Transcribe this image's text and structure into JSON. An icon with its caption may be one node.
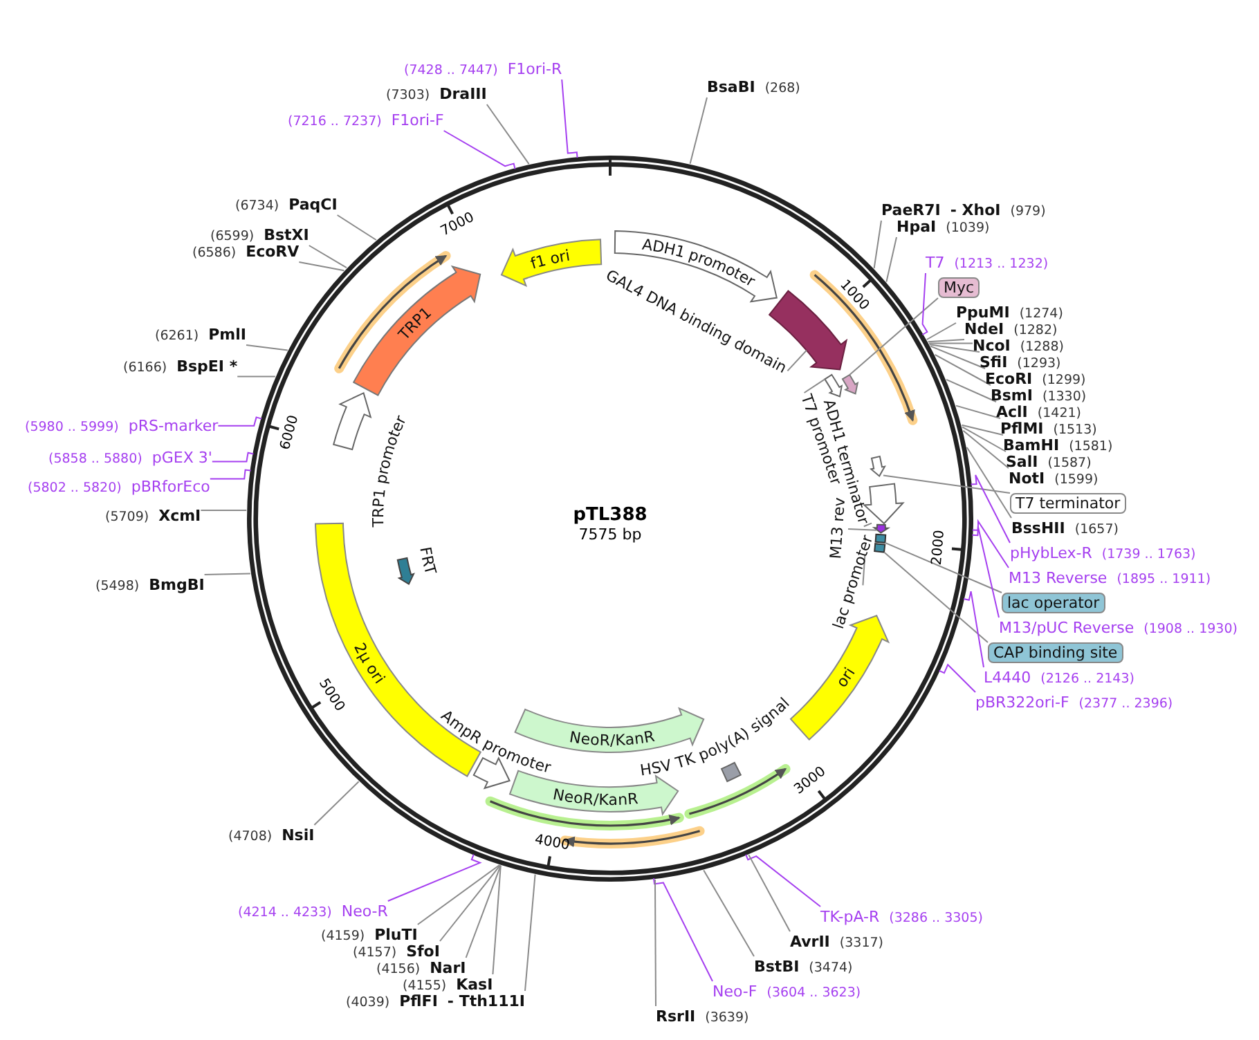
{
  "diagram": {
    "title": "pTL388",
    "nodes": [
      {
        "text": [
          "ADH1 promoter"
        ]
      },
      {
        "text": [
          "f1 ori"
        ]
      },
      {
        "text": [
          "TRP1"
        ]
      },
      {
        "text": [
          "TRP1 promoter"
        ]
      },
      {
        "text": [
          "2µ ori"
        ]
      },
      {
        "text": [
          "AmpR promoter"
        ]
      },
      {
        "text": [
          "NeoR/KanR"
        ]
      },
      {
        "text": [
          "NeoR/KanR"
        ]
      },
      {
        "text": [
          "HSV TK poly(A) signal"
        ]
      },
      {
        "text": [
          "ori"
        ]
      },
      {
        "text": [
          "FRT"
        ]
      },
      {
        "text": [
          "GAL4 DNA binding domain"
        ]
      },
      {
        "text": [],
        "shape": "arrow"
      },
      {
        "text": [
          "T7 promoter"
        ]
      },
      {
        "text": [],
        "shape": "arrow"
      },
      {
        "text": [
          "ADH1 terminator"
        ]
      },
      {
        "text": [],
        "shape": "arrow"
      },
      {
        "text": [
          "M13 rev"
        ]
      },
      {
        "text": [],
        "shape": "arrow"
      },
      {
        "text": [
          "lac promoter"
        ]
      },
      {
        "text": [
          "Myc"
        ]
      },
      {
        "text": [],
        "shape": "arrow"
      },
      {
        "text": [
          "T7 terminator"
        ]
      },
      {
        "text": [],
        "shape": "arrow"
      },
      {
        "text": [
          "lac operator"
        ]
      },
      {
        "text": [],
        "shape": "box"
      },
      {
        "text": [
          "CAP binding site"
        ]
      },
      {
        "text": [],
        "shape": "box"
      },
      {
        "text": [
          "(7428 .. 7447)",
          "F1ori-R"
        ]
      },
      {
        "text": [
          "BsaBI",
          "(268)"
        ]
      },
      {
        "text": [
          "(7303)",
          "DraIII"
        ]
      },
      {
        "text": [
          "(7216 .. 7237)",
          "F1ori-F"
        ]
      },
      {
        "text": [
          "(6734)",
          "PaqCI"
        ]
      },
      {
        "text": [
          "PaeR7I",
          "- XhoI",
          "(979)"
        ]
      },
      {
        "text": [
          "HpaI",
          "(1039)"
        ]
      },
      {
        "text": [
          "(6599)",
          "BstXI"
        ]
      },
      {
        "text": [
          "(6586)",
          "EcoRV"
        ]
      },
      {
        "text": [
          "T7",
          "(1213 .. 1232)"
        ]
      },
      {
        "text": [
          "PpuMI",
          "(1274)"
        ]
      },
      {
        "text": [
          "NdeI",
          "(1282)"
        ]
      },
      {
        "text": [
          "NcoI",
          "(1288)"
        ]
      },
      {
        "text": [
          "SfiI",
          "(1293)"
        ]
      },
      {
        "text": [
          "EcoRI",
          "(1299)"
        ]
      },
      {
        "text": [
          "(6261)",
          "PmlI"
        ]
      },
      {
        "text": [
          "BsmI",
          "(1330)"
        ]
      },
      {
        "text": [
          "(6166)",
          "BspEI *"
        ]
      },
      {
        "text": [
          "AclI",
          "(1421)"
        ]
      },
      {
        "text": [
          "PflMI",
          "(1513)"
        ]
      },
      {
        "text": [
          "BamHI",
          "(1581)"
        ]
      },
      {
        "text": [
          "SalI",
          "(1587)"
        ]
      },
      {
        "text": [
          "NotI",
          "(1599)"
        ]
      },
      {
        "text": [
          "(5980 .. 5999)",
          "pRS-marker"
        ]
      },
      {
        "text": [
          "(5858 .. 5880)",
          "pGEX 3'"
        ]
      },
      {
        "text": [
          "(5802 .. 5820)",
          "pBRforEco"
        ]
      },
      {
        "text": [
          "BssHII",
          "(1657)"
        ]
      },
      {
        "text": [
          "(5709)",
          "XcmI"
        ]
      },
      {
        "text": [
          "pHybLex-R",
          "(1739 .. 1763)"
        ]
      },
      {
        "text": [
          "M13 Reverse",
          "(1895 .. 1911)"
        ]
      },
      {
        "text": [
          "(5498)",
          "BmgBI"
        ]
      },
      {
        "text": [
          "M13/pUC Reverse",
          "(1908 .. 1930)"
        ]
      },
      {
        "text": [
          "L4440",
          "(2126 .. 2143)"
        ]
      },
      {
        "text": [
          "pBR322ori-F",
          "(2377 .. 2396)"
        ]
      },
      {
        "text": [
          "(4708)",
          "NsiI"
        ]
      },
      {
        "text": [
          "(4214 .. 4233)",
          "Neo-R"
        ]
      },
      {
        "text": [
          "TK-pA-R",
          "(3286 .. 3305)"
        ]
      },
      {
        "text": [
          "(4159)",
          "PluTI"
        ]
      },
      {
        "text": [
          "AvrII",
          "(3317)"
        ]
      },
      {
        "text": [
          "(4157)",
          "SfoI"
        ]
      },
      {
        "text": [
          "(4156)",
          "NarI"
        ]
      },
      {
        "text": [
          "BstBI",
          "(3474)"
        ]
      },
      {
        "text": [
          "(4155)",
          "KasI"
        ]
      },
      {
        "text": [
          "Neo-F",
          "(3604 .. 3623)"
        ]
      },
      {
        "text": [
          "(4039)",
          "PflFI",
          "- Tth111I"
        ]
      },
      {
        "text": [
          "RsrII",
          "(3639)"
        ]
      }
    ],
    "edges": [
      {
        "from": 11,
        "to": 12,
        "arrow": "none"
      },
      {
        "from": 13,
        "to": 14,
        "arrow": "none"
      },
      {
        "from": 15,
        "to": 16,
        "arrow": "none"
      },
      {
        "from": 17,
        "to": 18,
        "arrow": "none"
      },
      {
        "from": 19,
        "to": null,
        "arrow": "none"
      },
      {
        "from": 20,
        "to": 21,
        "arrow": "none"
      },
      {
        "from": 22,
        "to": 23,
        "arrow": "none"
      },
      {
        "from": 24,
        "to": 25,
        "arrow": "none"
      },
      {
        "from": 26,
        "to": 27,
        "arrow": "none"
      },
      {
        "from": 28,
        "to": null,
        "arrow": "none",
        "color": "#a53ff0"
      },
      {
        "from": 29,
        "to": null,
        "arrow": "none"
      },
      {
        "from": 30,
        "to": null,
        "arrow": "none"
      },
      {
        "from": 31,
        "to": null,
        "arrow": "none",
        "color": "#a53ff0"
      },
      {
        "from": 32,
        "to": null,
        "arrow": "none"
      },
      {
        "from": 33,
        "to": null,
        "arrow": "none"
      },
      {
        "from": 34,
        "to": null,
        "arrow": "none"
      },
      {
        "from": 35,
        "to": null,
        "arrow": "none"
      },
      {
        "from": 36,
        "to": null,
        "arrow": "none"
      },
      {
        "from": 37,
        "to": null,
        "arrow": "none",
        "color": "#a53ff0"
      },
      {
        "from": 38,
        "to": null,
        "arrow": "none"
      },
      {
        "from": 39,
        "to": null,
        "arrow": "none"
      },
      {
        "from": 40,
        "to": null,
        "arrow": "none"
      },
      {
        "from": 41,
        "to": null,
        "arrow": "none"
      },
      {
        "from": 42,
        "to": null,
        "arrow": "none"
      },
      {
        "from": 43,
        "to": null,
        "arrow": "none"
      },
      {
        "from": 44,
        "to": null,
        "arrow": "none"
      },
      {
        "from": 45,
        "to": null,
        "arrow": "none"
      },
      {
        "from": 46,
        "to": null,
        "arrow": "none"
      },
      {
        "from": 47,
        "to": null,
        "arrow": "none"
      },
      {
        "from": 48,
        "to": null,
        "arrow": "none"
      },
      {
        "from": 49,
        "to": null,
        "arrow": "none"
      },
      {
        "from": 50,
        "to": null,
        "arrow": "none"
      },
      {
        "from": 51,
        "to": null,
        "arrow": "none",
        "color": "#a53ff0"
      },
      {
        "from": 52,
        "to": null,
        "arrow": "none",
        "color": "#a53ff0"
      },
      {
        "from": 53,
        "to": null,
        "arrow": "none",
        "color": "#a53ff0"
      },
      {
        "from": 54,
        "to": null,
        "arrow": "none"
      },
      {
        "from": 55,
        "to": null,
        "arrow": "none"
      },
      {
        "from": 56,
        "to": null,
        "arrow": "none",
        "color": "#a53ff0"
      },
      {
        "from": 57,
        "to": null,
        "arrow": "none",
        "color": "#a53ff0"
      },
      {
        "from": 58,
        "to": null,
        "arrow": "none"
      },
      {
        "from": 59,
        "to": null,
        "arrow": "none",
        "color": "#a53ff0"
      },
      {
        "from": 60,
        "to": null,
        "arrow": "none",
        "color": "#a53ff0"
      },
      {
        "from": 61,
        "to": null,
        "arrow": "none",
        "color": "#a53ff0"
      },
      {
        "from": 62,
        "to": null,
        "arrow": "none"
      },
      {
        "from": 63,
        "to": null,
        "arrow": "none",
        "color": "#a53ff0"
      },
      {
        "from": 64,
        "to": null,
        "arrow": "none",
        "color": "#a53ff0"
      },
      {
        "from": 65,
        "to": null,
        "arrow": "none"
      },
      {
        "from": 66,
        "to": null,
        "arrow": "none"
      },
      {
        "from": 67,
        "to": null,
        "arrow": "none"
      },
      {
        "from": 68,
        "to": null,
        "arrow": "none"
      },
      {
        "from": 69,
        "to": null,
        "arrow": "none"
      },
      {
        "from": 70,
        "to": null,
        "arrow": "none"
      },
      {
        "from": 71,
        "to": null,
        "arrow": "none",
        "color": "#a53ff0"
      },
      {
        "from": 72,
        "to": null,
        "arrow": "none"
      },
      {
        "from": 73,
        "to": null,
        "arrow": "none"
      }
    ],
    "labels": [
      "1000",
      "2000",
      "3000",
      "4000",
      "5000",
      "6000",
      "7000",
      "7575 bp"
    ]
  }
}
